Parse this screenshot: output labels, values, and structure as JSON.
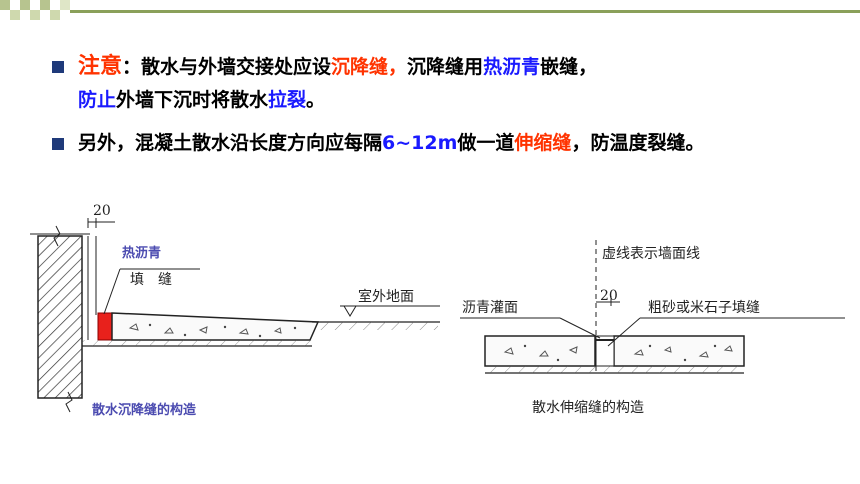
{
  "bullets": {
    "b1": {
      "seg1": "注意",
      "seg2": "：散水与外墙交接处应设",
      "seg3": "沉降缝，",
      "seg4": "沉降缝用",
      "seg5": "热沥青",
      "seg6": "嵌缝，",
      "seg7": "防止",
      "seg8": "外墙下沉时将散水",
      "seg9": "拉裂",
      "seg10": "。"
    },
    "b2": {
      "seg1": "另外，混凝土散水沿长度方向应每隔",
      "seg2": "6~12m",
      "seg3": "做一道",
      "seg4": "伸缩缝",
      "seg5": "，防温度裂缝。"
    }
  },
  "left_diagram": {
    "dim": "20",
    "hot_asphalt": "热沥青",
    "fill_joint": "填　缝",
    "outdoor_ground": "室外地面",
    "caption": "散水沉降缝的构造"
  },
  "right_diagram": {
    "dashed_note": "虚线表示墙面线",
    "asphalt_top": "沥青灌面",
    "dim": "20",
    "sand_fill": "粗砂或米石子填缝",
    "caption": "散水伸缩缝的构造"
  },
  "colors": {
    "accent_red": "#ff3300",
    "accent_blue": "#1a1aff",
    "bar": "#8aa05a",
    "bullet": "#1f3a7a"
  }
}
